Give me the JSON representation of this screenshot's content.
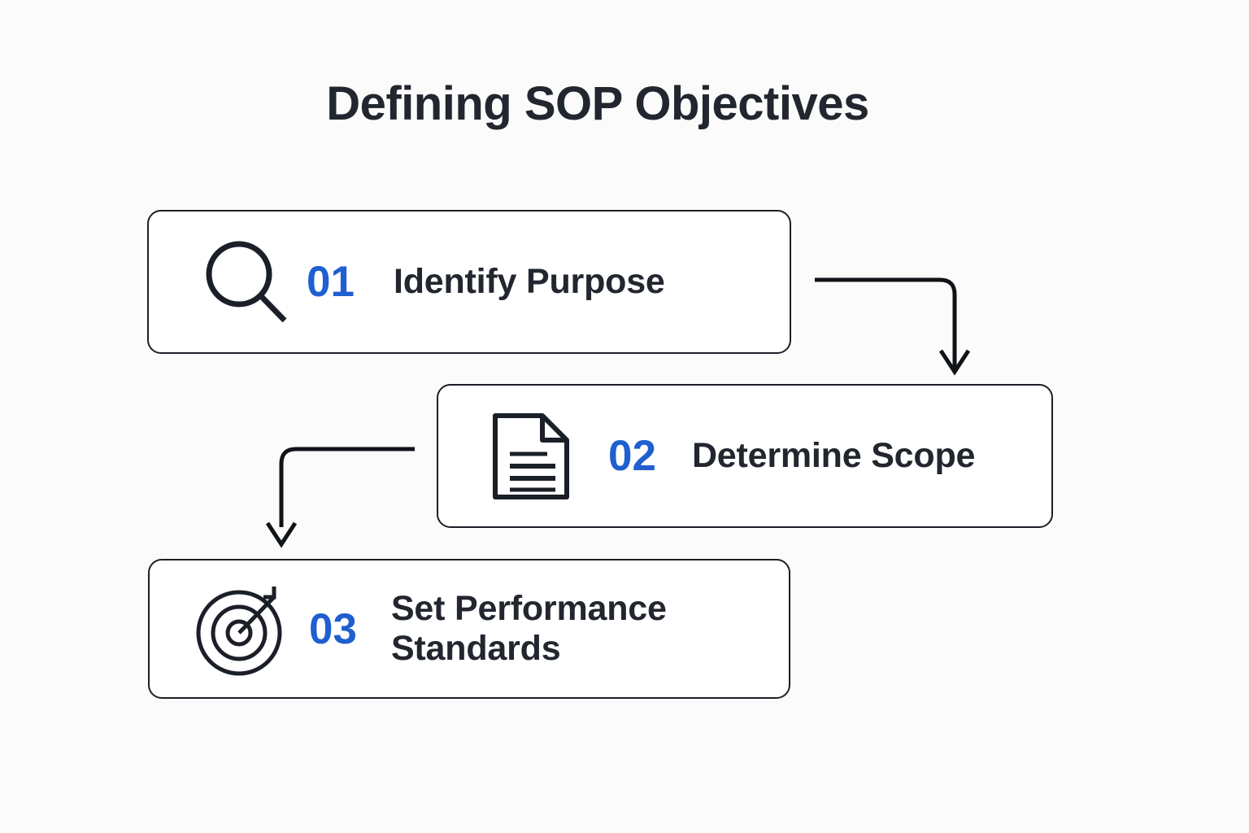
{
  "page": {
    "title": "Defining SOP Objectives",
    "background_color": "#fbfbfb",
    "accent_color": "#1f5fd0",
    "text_color": "#22262f",
    "stroke_color": "#1b1f27"
  },
  "steps": [
    {
      "number": "01",
      "label": "Identify Purpose",
      "icon": "magnifying-glass-icon"
    },
    {
      "number": "02",
      "label": "Determine Scope",
      "icon": "document-icon"
    },
    {
      "number": "03",
      "label": "Set Performance Standards",
      "icon": "target-bullseye-icon"
    }
  ],
  "connectors": [
    {
      "name": "connector-step1-to-step2",
      "from": "01",
      "to": "02",
      "direction": "right-then-down"
    },
    {
      "name": "connector-step2-to-step3",
      "from": "02",
      "to": "03",
      "direction": "left-then-down"
    }
  ]
}
